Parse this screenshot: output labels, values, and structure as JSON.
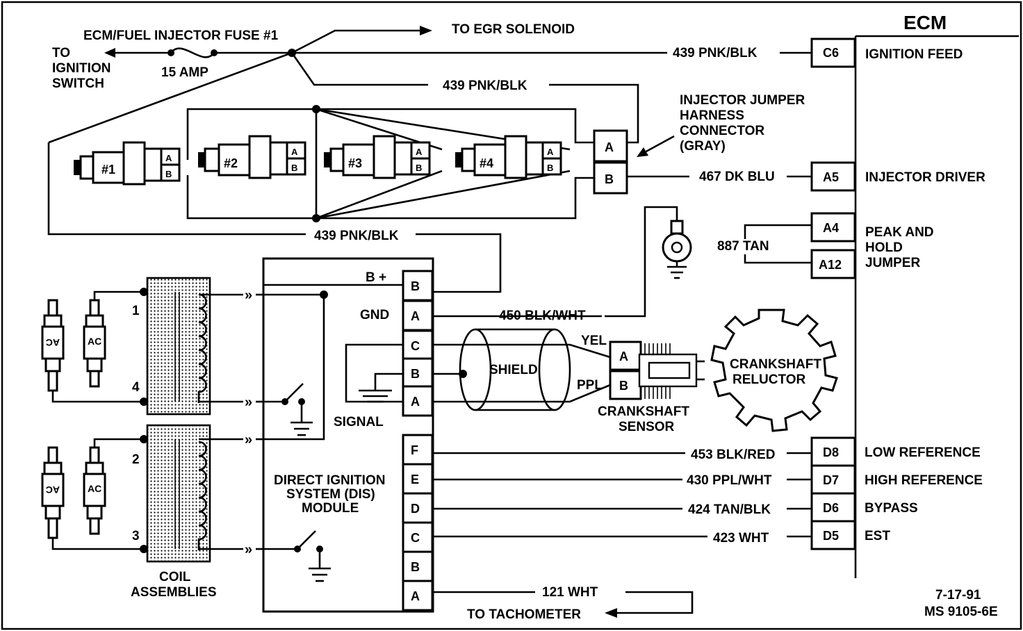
{
  "ecm": {
    "title": "ECM",
    "pins": [
      {
        "pin": "C6",
        "label": "IGNITION FEED",
        "wire": "439 PNK/BLK"
      },
      {
        "pin": "A5",
        "label": "INJECTOR DRIVER",
        "wire": "467 DK BLU"
      },
      {
        "pin": "A4",
        "label": "PEAK AND"
      },
      {
        "pin": "A12",
        "label2": "HOLD",
        "label3": "JUMPER"
      },
      {
        "pin": "D8",
        "label": "LOW REFERENCE",
        "wire": "453 BLK/RED"
      },
      {
        "pin": "D7",
        "label": "HIGH REFERENCE",
        "wire": "430 PPL/WHT"
      },
      {
        "pin": "D6",
        "label": "BYPASS",
        "wire": "424 TAN/BLK"
      },
      {
        "pin": "D5",
        "label": "EST",
        "wire": "423 WHT"
      }
    ],
    "jumper_wire": "887 TAN"
  },
  "fuse": {
    "name": "ECM/FUEL INJECTOR FUSE #1",
    "rating": "15 AMP",
    "to_ign_1": "TO",
    "to_ign_2": "IGNITION",
    "to_ign_3": "SWITCH",
    "egr": "TO EGR SOLENOID"
  },
  "wires": {
    "feed_injector": "439 PNK/BLK",
    "feed_dis": "439 PNK/BLK",
    "gnd": "450 BLK/WHT",
    "tach": "121 WHT",
    "tach_dest": "TO TACHOMETER",
    "yel": "YEL",
    "ppl": "PPL"
  },
  "injectors": [
    "#1",
    "#2",
    "#3",
    "#4"
  ],
  "jumper_harness": {
    "line1": "INJECTOR JUMPER",
    "line2": "HARNESS",
    "line3": "CONNECTOR",
    "line4": "(GRAY)",
    "pin_a": "A",
    "pin_b": "B"
  },
  "dis": {
    "line1": "DIRECT IGNITION",
    "line2": "SYSTEM (DIS)",
    "line3": "MODULE",
    "b_plus": "B +",
    "gnd": "GND",
    "signal": "SIGNAL",
    "upper_pins": [
      "B",
      "A",
      "C",
      "B",
      "A"
    ],
    "lower_pins": [
      "F",
      "E",
      "D",
      "C",
      "B",
      "A"
    ]
  },
  "coils": {
    "label1": "COIL",
    "label2": "ASSEMBLIES",
    "terminals": [
      "1",
      "4",
      "2",
      "3"
    ],
    "plug_mark": "AC"
  },
  "sensor": {
    "shield": "SHIELD",
    "sensor1": "CRANKSHAFT",
    "sensor2": "SENSOR",
    "reluctor1": "CRANKSHAFT",
    "reluctor2": "RELUCTOR",
    "pin_a": "A",
    "pin_b": "B"
  },
  "footer": {
    "date": "7-17-91",
    "code": "MS 9105-6E"
  }
}
